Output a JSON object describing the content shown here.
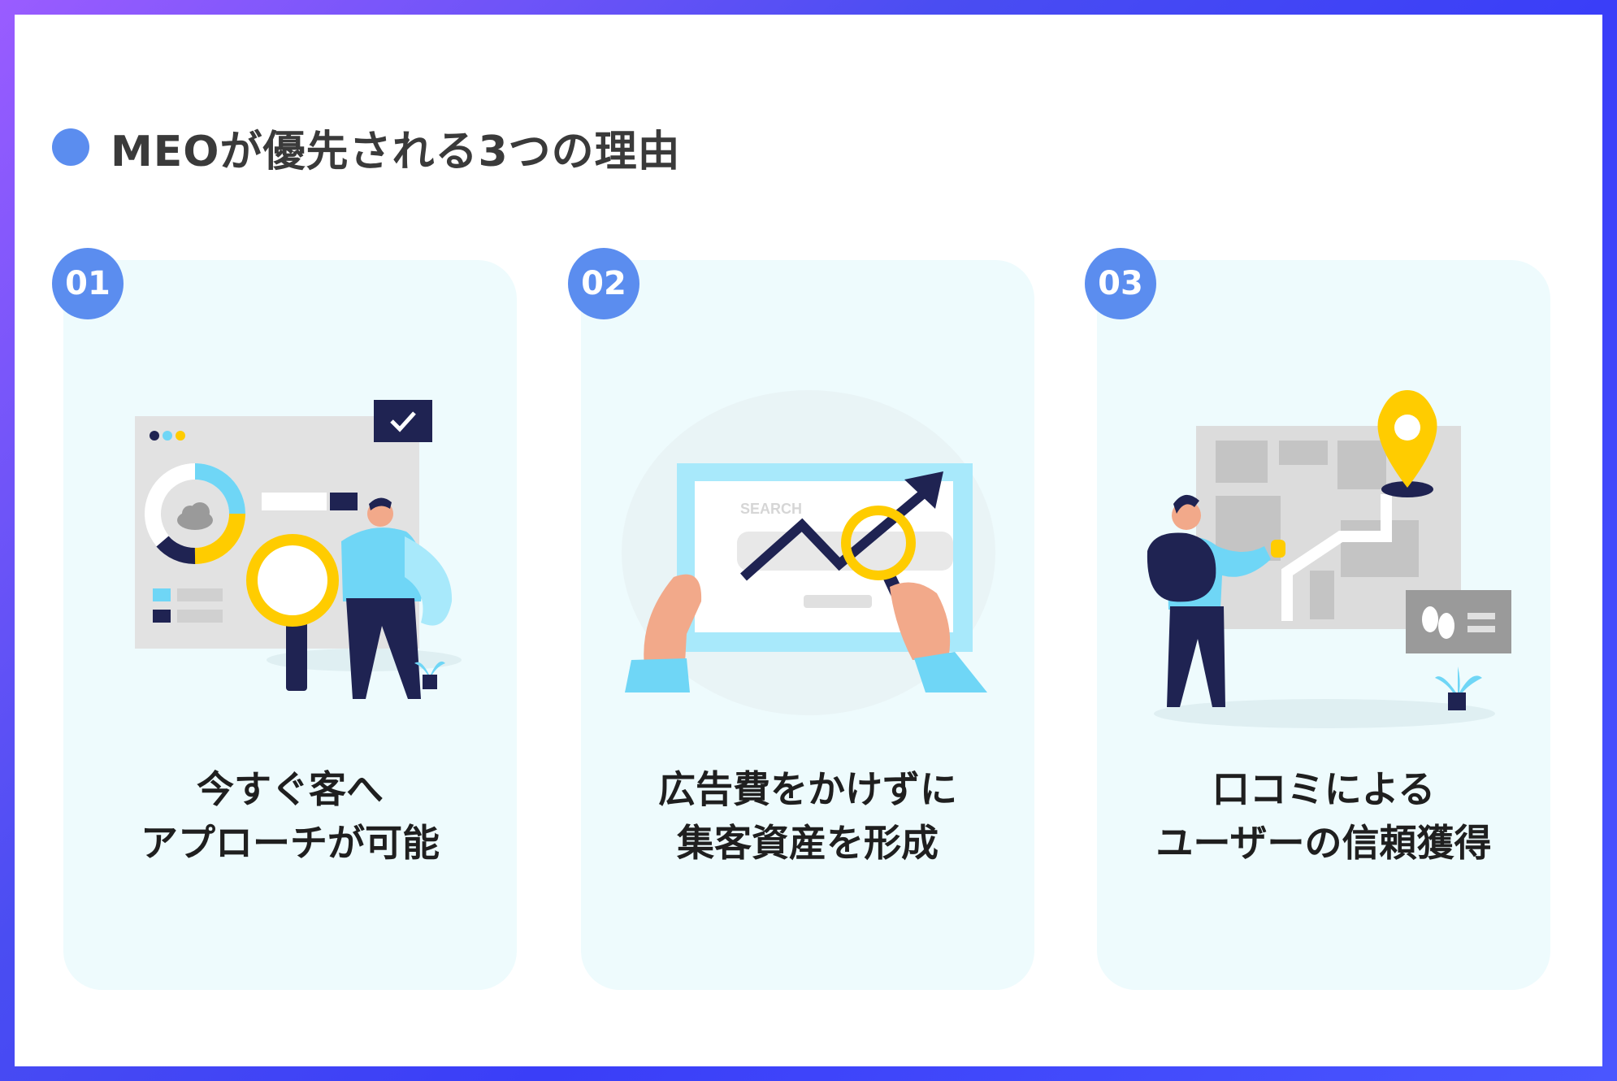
{
  "heading": {
    "title": "MEOが優先される3つの理由"
  },
  "cards": [
    {
      "number": "01",
      "caption_lines": [
        "今すぐ客へ",
        "アプローチが可能"
      ]
    },
    {
      "number": "02",
      "search_label": "SEARCH",
      "caption_lines": [
        "広告費をかけずに",
        "集客資産を形成"
      ]
    },
    {
      "number": "03",
      "caption_lines": [
        "口コミによる",
        "ユーザーの信頼獲得"
      ]
    }
  ],
  "colors": {
    "accent_blue": "#5b8def",
    "card_bg": "#eefbfd",
    "yellow": "#ffcc00",
    "navy": "#1f2352",
    "cyan": "#6fd6f6"
  }
}
